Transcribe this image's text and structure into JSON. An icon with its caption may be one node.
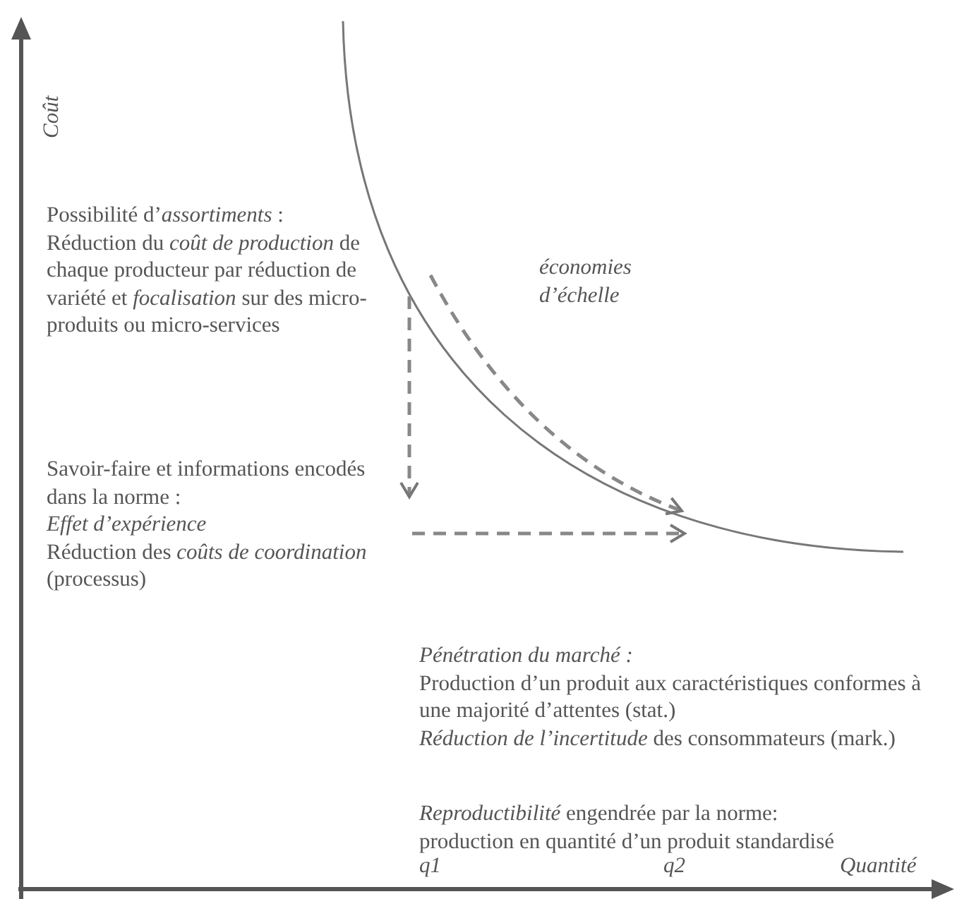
{
  "diagram": {
    "labels": [
      "Coût",
      "Possibilité d’*assortiments* :",
      "Réduction du *coût de production* de chaque producteur par réduction de variété et *focalisation* sur des micro-produits ou micro-services",
      "économies d’échelle",
      "Savoir-faire et informations encodés dans la norme :",
      "Effet d’expérience",
      "Réduction des *coûts de coordination* (processus)",
      "Pénétration du marché :",
      "Production d’un produit aux caractéristiques conformes à une majorité d’attentes (stat.)",
      "*Réduction de l’incertitude* des consommateurs (mark.)",
      "*Reproductibilité* engendrée par la norme: production en quantité d’un produit standardisé",
      "q1",
      "q2",
      "Quantité"
    ]
  }
}
